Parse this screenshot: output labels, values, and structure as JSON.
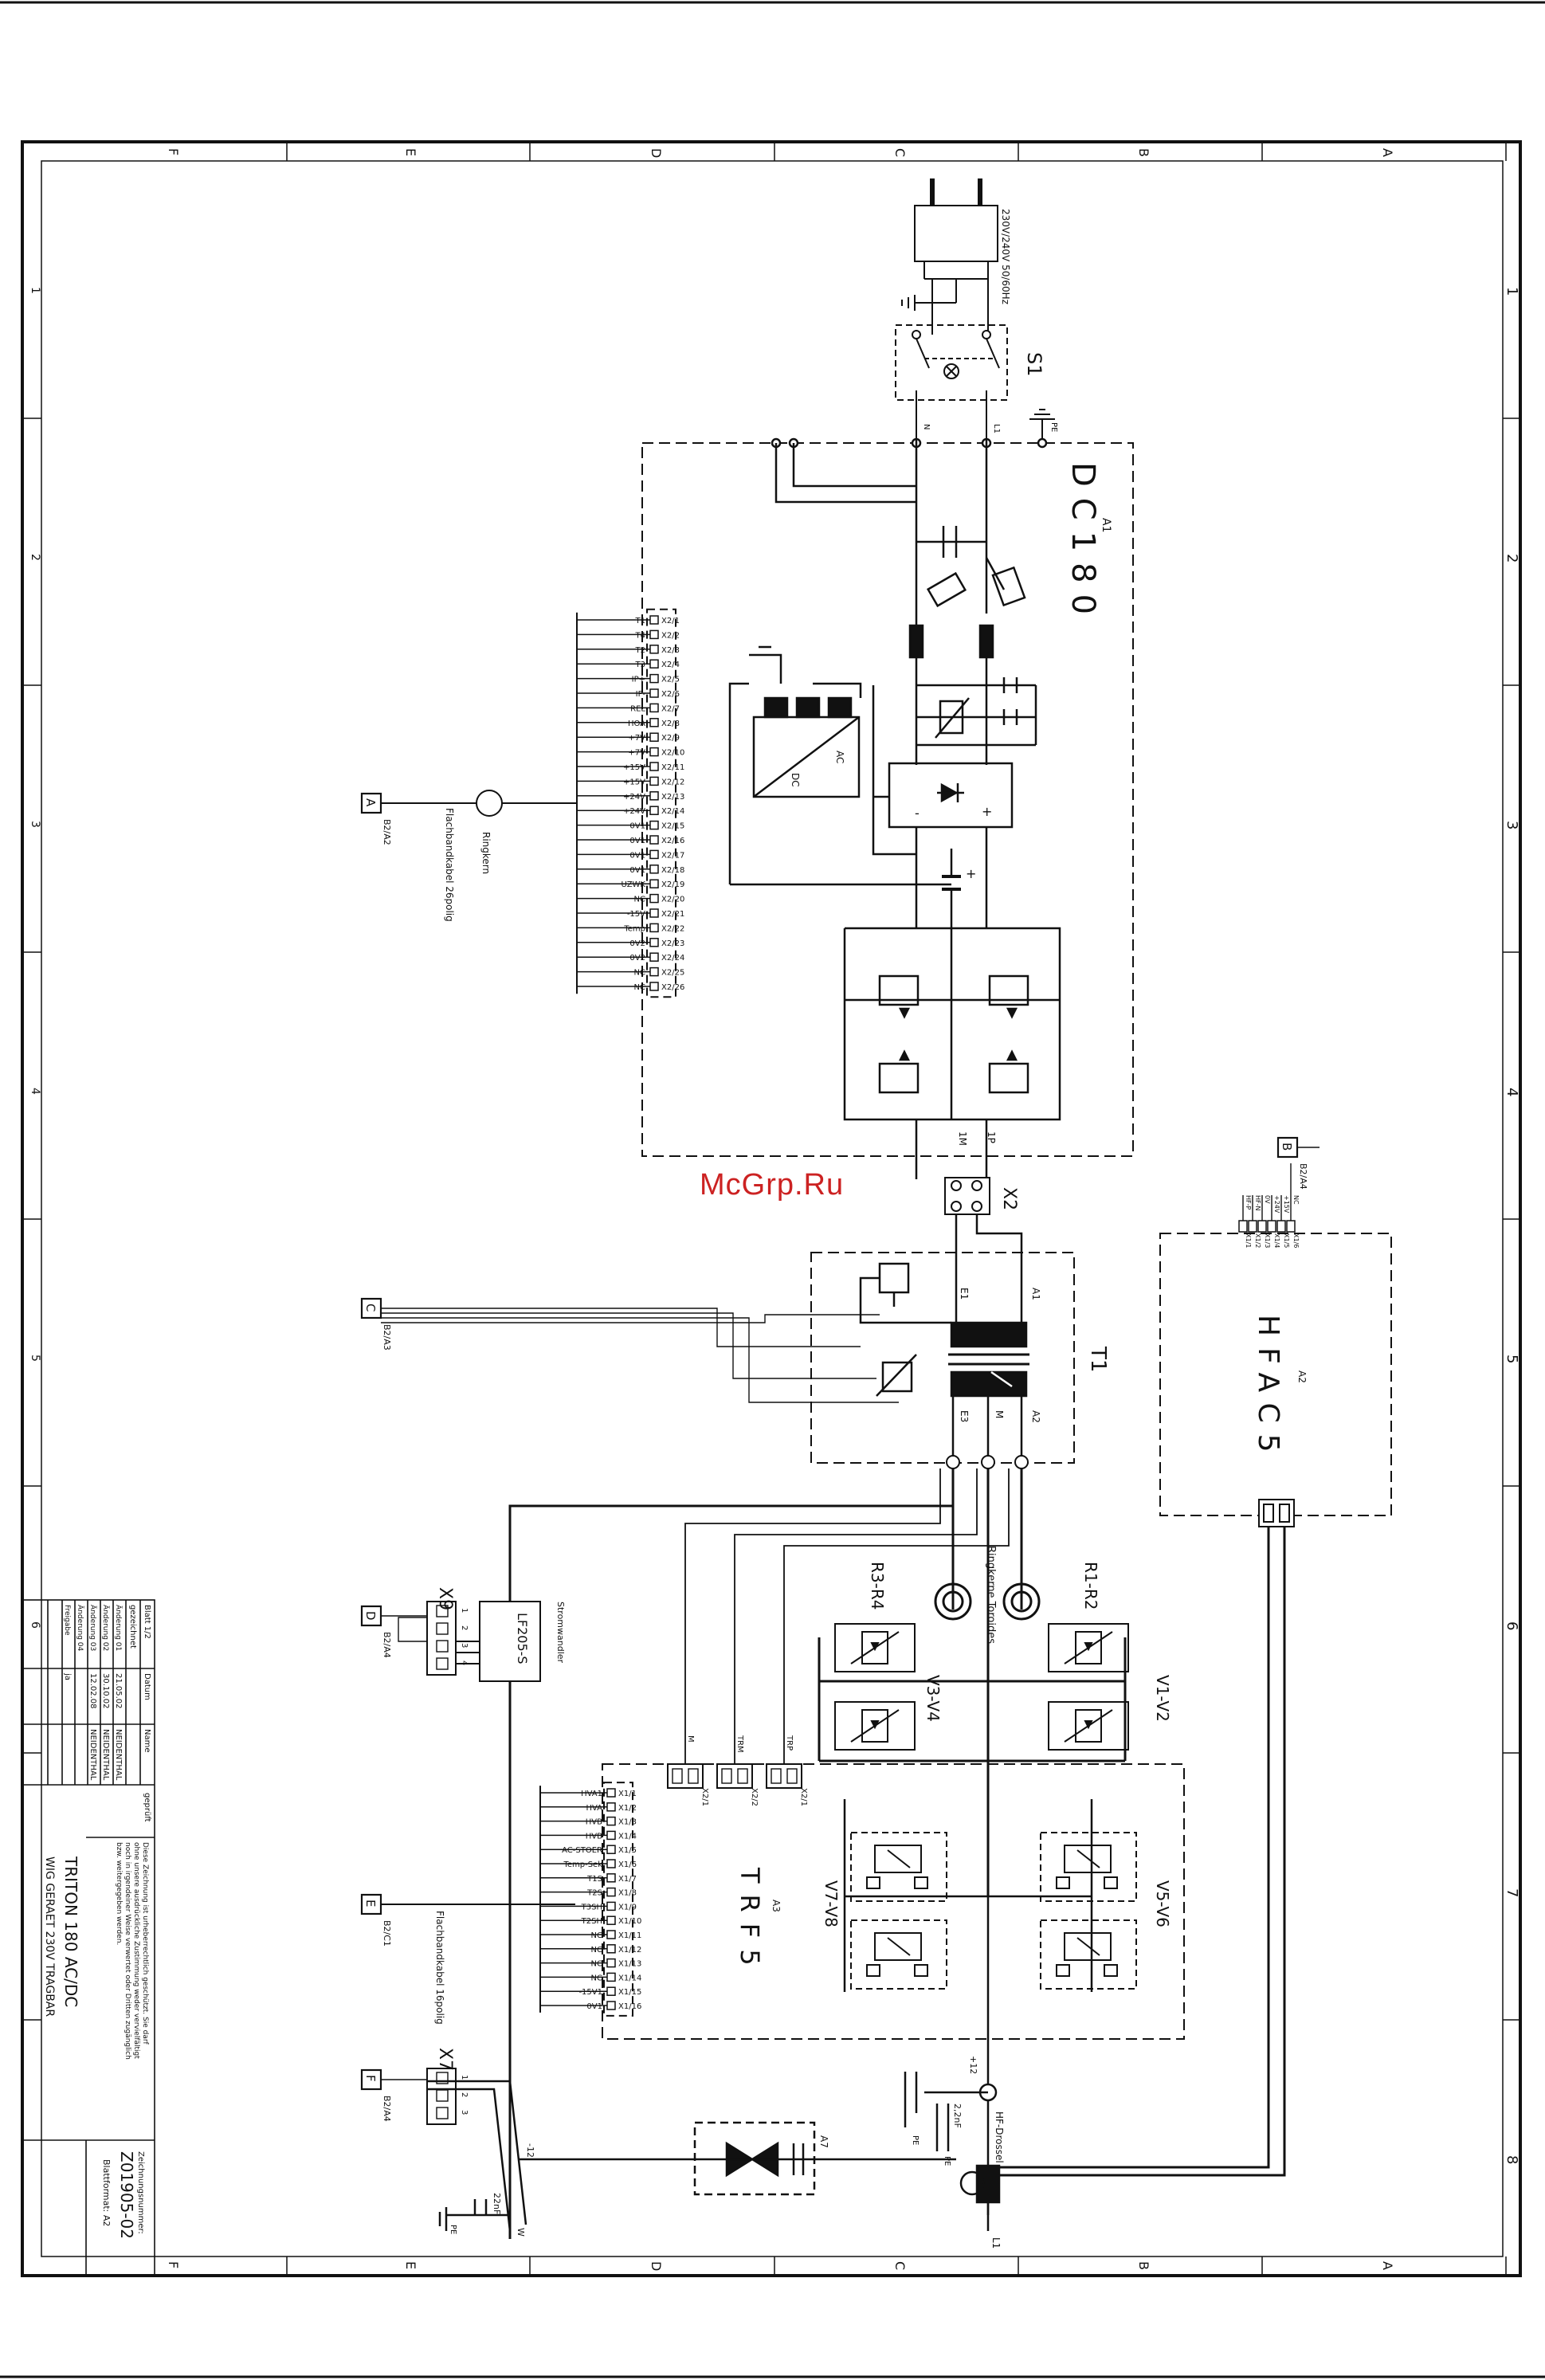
{
  "watermark": "McGrp.Ru",
  "frame": {
    "rows": [
      "F",
      "E",
      "D",
      "C",
      "B",
      "A"
    ],
    "cols": [
      "1",
      "2",
      "3",
      "4",
      "5",
      "6",
      "7",
      "8"
    ]
  },
  "mains": {
    "label": "230V/240V 50/60Hz",
    "switch": "S1",
    "l1": "L1",
    "n": "N",
    "pe": "PE"
  },
  "a1": {
    "ref": "A1",
    "name": "DC180",
    "dc": "DC",
    "ac": "AC",
    "plus": "+",
    "minus": "-"
  },
  "x2_term": {
    "ref": "X2",
    "p1": "1P",
    "m1": "1M"
  },
  "t1": {
    "ref": "T1",
    "a1": "A1",
    "a2": "A2",
    "e1": "E1",
    "e3": "E3",
    "m": "M"
  },
  "a2": {
    "ref": "A2",
    "name": "HFAC5"
  },
  "a3": {
    "ref": "A3",
    "name": "TRF5",
    "v5v6": "V5-V6",
    "v7v8": "V7-V8"
  },
  "rectifiers": {
    "v1v2": "V1-V2",
    "v3v4": "V3-V4",
    "r1r2": "R1-R2",
    "r3r4": "R3-R4",
    "ringkerne": "Ringkerne Toroides"
  },
  "cable_a": {
    "label": "Flachbandkabel 26polig",
    "ringkern": "Ringkern"
  },
  "cable_e": {
    "label": "Flachbandkabel 16polig"
  },
  "lf205": {
    "ref": "LF205-S",
    "label": "Stromwandler"
  },
  "connectors": {
    "x9": "X9",
    "x7": "X7",
    "x7_pins": [
      "1",
      "2",
      "3"
    ],
    "x9_pins": [
      "1",
      "2",
      "3",
      "4"
    ]
  },
  "output": {
    "hf": "HF-Drossel",
    "choke": "L1",
    "a7": "A7",
    "c1": "2,2nF",
    "c2": "22nF",
    "plus": "+12",
    "minus": "-12",
    "pe": "PE",
    "w": "W"
  },
  "refs": [
    {
      "letter": "A",
      "ref": "B2/A2"
    },
    {
      "letter": "B",
      "ref": "B2/A4"
    },
    {
      "letter": "C",
      "ref": "B2/A3"
    },
    {
      "letter": "D",
      "ref": "B2/A4"
    },
    {
      "letter": "E",
      "ref": "B2/C1"
    },
    {
      "letter": "F",
      "ref": "B2/A4"
    }
  ],
  "x2_signals": [
    "T1",
    "T4",
    "T2",
    "T3",
    "IP+",
    "IP-",
    "REL",
    "HOA",
    "+7V",
    "+7V",
    "+15V",
    "+15V",
    "+24V",
    "+24V",
    "0V1",
    "0V1",
    "0V1",
    "0V1",
    "UZWK",
    "NC",
    "-15V",
    "Temp",
    "0V2",
    "0V2",
    "NC",
    "NC"
  ],
  "x2_pins": [
    "X2/1",
    "X2/2",
    "X2/3",
    "X2/4",
    "X2/5",
    "X2/6",
    "X2/7",
    "X2/8",
    "X2/9",
    "X2/10",
    "X2/11",
    "X2/12",
    "X2/13",
    "X2/14",
    "X2/15",
    "X2/16",
    "X2/17",
    "X2/18",
    "X2/19",
    "X2/20",
    "X2/21",
    "X2/22",
    "X2/23",
    "X2/24",
    "X2/25",
    "X2/26"
  ],
  "x1_signals": [
    "HVA1",
    "HVA",
    "HVB",
    "HVB",
    "AC-STOER",
    "Temp-Sek",
    "T1S",
    "T2S",
    "T3SH",
    "T2SH",
    "NC",
    "NC",
    "NC",
    "NC",
    "-15V1",
    "0V1"
  ],
  "x1_pins": [
    "X1/1",
    "X1/2",
    "X1/3",
    "X1/4",
    "X1/5",
    "X1/6",
    "X1/7",
    "X1/8",
    "X1/9",
    "X1/10",
    "X1/11",
    "X1/12",
    "X1/13",
    "X1/14",
    "X1/15",
    "X1/16"
  ],
  "hfac_pins": [
    "X1/1",
    "X1/2",
    "X1/3",
    "X1/4",
    "X1/5",
    "X1/6"
  ],
  "hfac_sigs": [
    "HF-P",
    "HF-N",
    "0V",
    "+24V",
    "+15V",
    "NC"
  ],
  "trf_top": [
    {
      "sig": "TRP",
      "pin": "X2/1"
    },
    {
      "sig": "TRM",
      "pin": "X2/2"
    },
    {
      "sig": "M",
      "pin": "X2/1"
    }
  ],
  "title_block": {
    "sheet": "Blatt 1/2",
    "approved": "geprüft",
    "date_head": "Datum",
    "name_head": "Name",
    "created": "gezeichnet",
    "rows": [
      {
        "label": "Änderung 01",
        "date": "21.05.02",
        "name": "NEIDENTHAL"
      },
      {
        "label": "Änderung 02",
        "date": "30.10.02",
        "name": "NEIDENTHAL"
      },
      {
        "label": "Änderung 03",
        "date": "12.02.08",
        "name": "NEIDENTHAL"
      },
      {
        "label": "Änderung 04",
        "date": "",
        "name": ""
      },
      {
        "label": "Freigabe",
        "date": "ja",
        "name": ""
      }
    ],
    "note": "Diese Zeichnung ist urheberrechtlich geschützt. Sie darf ohne unsere ausdrückliche Zustimmung weder vervielfältigt noch in irgendeiner Weise verwertet oder Dritten zugänglich bzw. weitergegeben werden.",
    "product": "TRITON 180 AC/DC",
    "product2": "WIG GERAET 230V TRAGBAR",
    "drawing_label": "Zeichnungsnummer:",
    "drawing_no": "Z01905-02",
    "format": "Blattformat: A2"
  }
}
